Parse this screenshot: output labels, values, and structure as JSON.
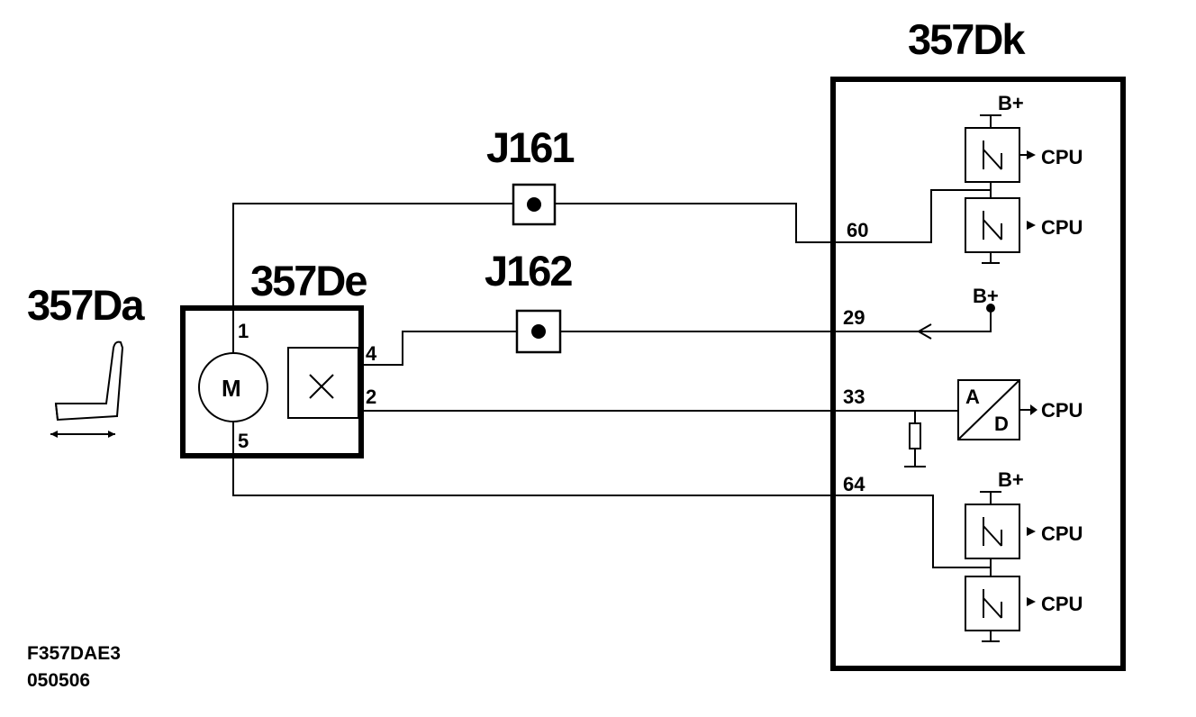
{
  "components": {
    "seat": "357Da",
    "motor_module": "357De",
    "control_unit": "357Dk",
    "connector_1": "J161",
    "connector_2": "J162"
  },
  "motor_symbol": "M",
  "motor_pins": {
    "p1": "1",
    "p5": "5",
    "p4": "4",
    "p2": "2"
  },
  "ecu_pins": {
    "p60": "60",
    "p29": "29",
    "p33": "33",
    "p64": "64"
  },
  "supply_label": "B+",
  "cpu_label": "CPU",
  "adc": {
    "a": "A",
    "d": "D"
  },
  "figure_ref": {
    "code": "F357DAE3",
    "date": "050506"
  }
}
